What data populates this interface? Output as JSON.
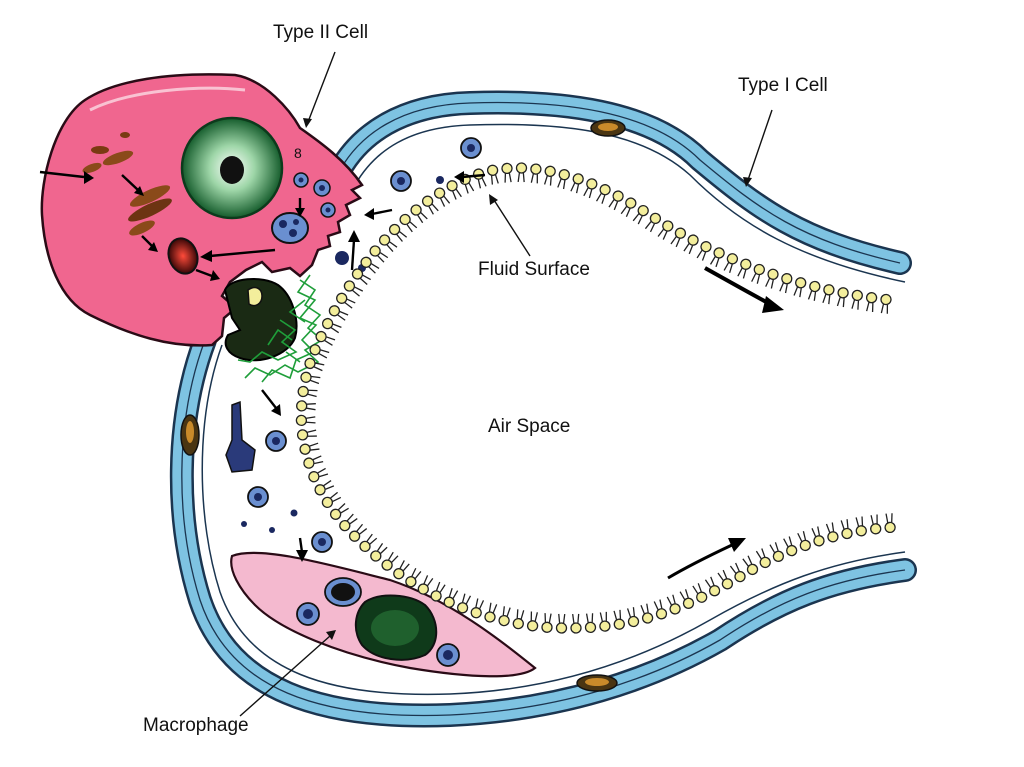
{
  "labels": {
    "type2": "Type II Cell",
    "type1": "Type I Cell",
    "fluid": "Fluid Surface",
    "air": "Air Space",
    "macrophage": "Macrophage"
  },
  "colors": {
    "capillary_wall": "#7ec3e2",
    "type2_cell": "#f0668f",
    "macrophage": "#f4b9cf",
    "nucleus_green": "#1e7a3c",
    "surfactant": "#f3ee9c",
    "tubular_myelin": "#1f9e3a",
    "vesicle": "#20306b"
  }
}
